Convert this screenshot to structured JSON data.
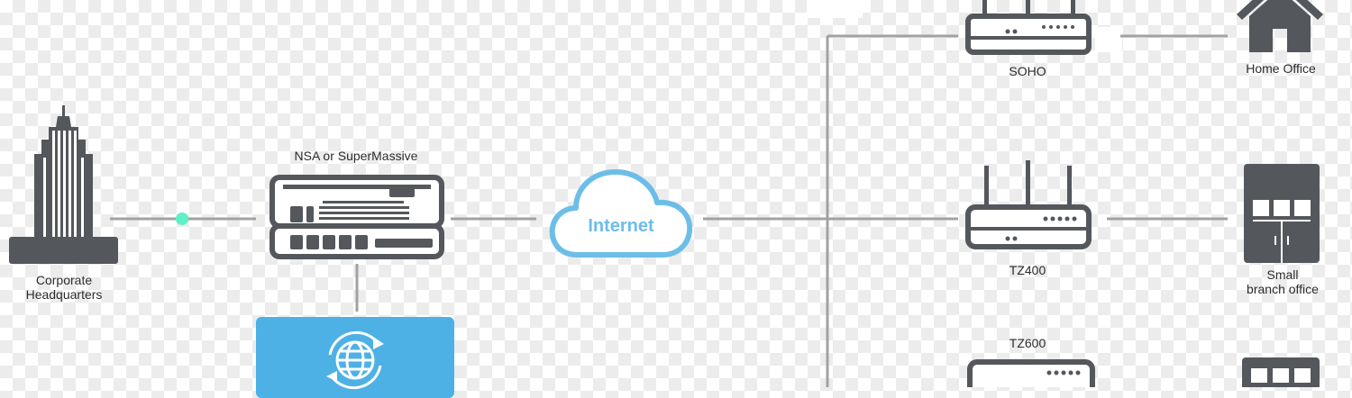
{
  "labels": {
    "corporate_hq": [
      "Corporate",
      "Headquarters"
    ],
    "nsa": "NSA or SuperMassive",
    "internet": "Internet",
    "soho": "SOHO",
    "tz400": "TZ400",
    "tz600": "TZ600",
    "home_office": "Home Office",
    "small_branch": [
      "Small",
      "branch office"
    ]
  },
  "colors": {
    "device": "#54575c",
    "line": "#a2a2a2",
    "cloud": "#6cbee9",
    "panel": "#4db1e6",
    "node_dot": "#5ff0c7"
  },
  "icons": {
    "hq": "skyscraper-icon",
    "nsa": "rack-appliance-icon",
    "internet": "cloud-icon",
    "router": "router-icon",
    "home": "house-icon",
    "branch": "office-building-icon",
    "panel": "globe-sync-icon"
  }
}
